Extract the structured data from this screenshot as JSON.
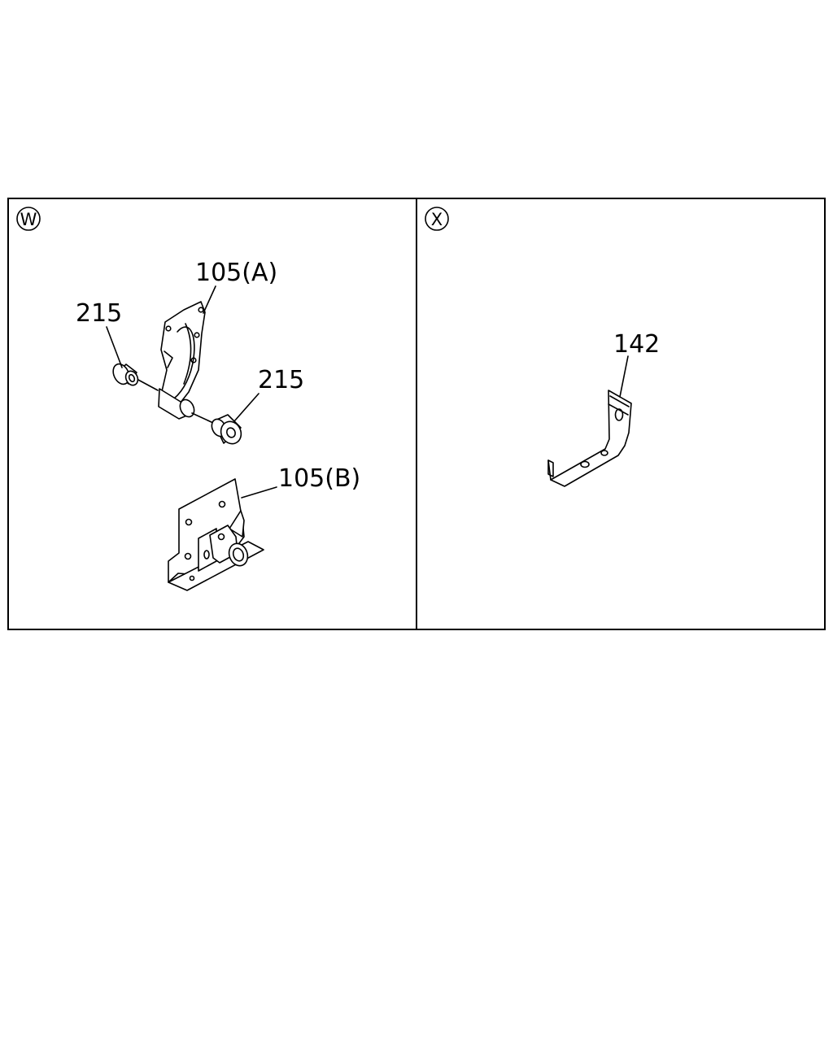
{
  "panels": [
    {
      "key": "W",
      "labels": [
        "105(A)",
        "215",
        "215",
        "105(B)"
      ]
    },
    {
      "key": "X",
      "labels": [
        "142"
      ]
    }
  ]
}
